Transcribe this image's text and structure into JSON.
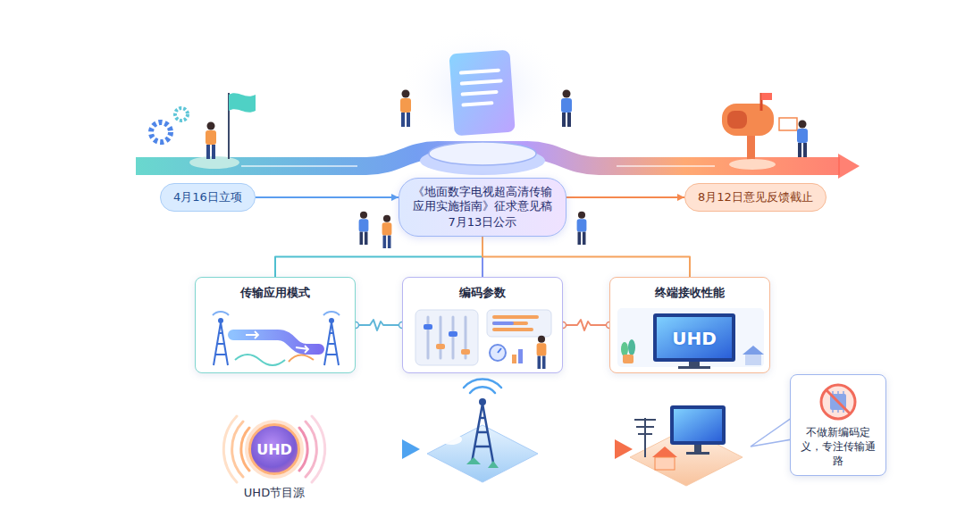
{
  "diagram": {
    "nodes": [
      {
        "text": [
          "4月16日立项"
        ]
      },
      {
        "text": [
          "《地面数字电视超高清传输应用实施指南》征求意见稿",
          "7月13日公示"
        ]
      },
      {
        "text": [
          "8月12日意见反馈截止"
        ]
      },
      {
        "text": [
          "传输应用模式"
        ]
      },
      {
        "text": [
          "编码参数"
        ]
      },
      {
        "text": [
          "终端接收性能"
        ]
      },
      {
        "text": [
          "UHD",
          "UHD节目源"
        ]
      },
      {
        "text": [
          "不做新编码定义，专注传输通路"
        ]
      }
    ],
    "edges": [
      {
        "from": 0,
        "to": 1,
        "arrow": "to"
      },
      {
        "from": 1,
        "to": 2,
        "arrow": "to"
      },
      {
        "from": 1,
        "to": 3,
        "arrow": "none"
      },
      {
        "from": 1,
        "to": 4,
        "arrow": "none"
      },
      {
        "from": 1,
        "to": 5,
        "arrow": "none"
      },
      {
        "from": 3,
        "to": 4,
        "arrow": "none"
      },
      {
        "from": 4,
        "to": 5,
        "arrow": "none"
      }
    ],
    "labels": [
      "UHD"
    ]
  }
}
